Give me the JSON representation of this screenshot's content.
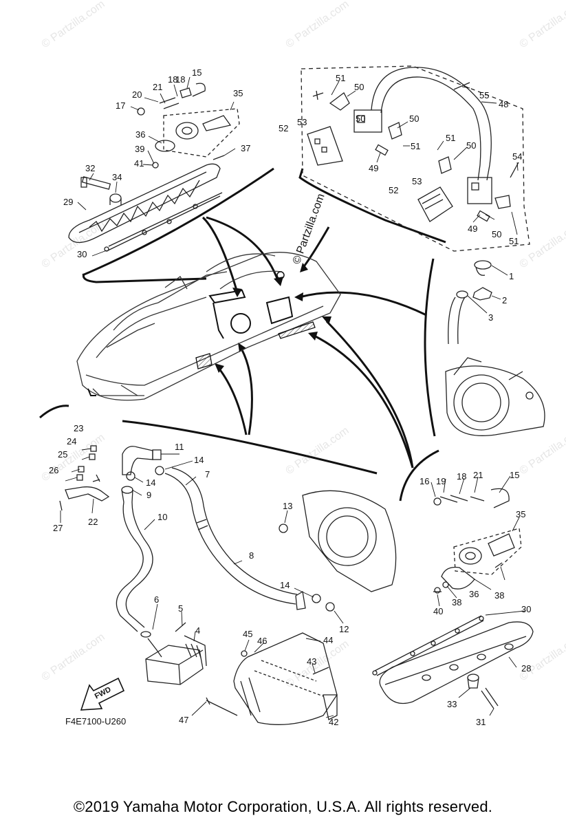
{
  "diagram": {
    "code": "F4E7100-U260",
    "fwd_label": "FWD",
    "callouts": [
      "1",
      "2",
      "3",
      "4",
      "5",
      "6",
      "7",
      "8",
      "9",
      "10",
      "11",
      "12",
      "13",
      "14",
      "15",
      "16",
      "17",
      "18",
      "19",
      "20",
      "21",
      "22",
      "23",
      "24",
      "25",
      "26",
      "27",
      "28",
      "29",
      "30",
      "31",
      "32",
      "33",
      "34",
      "35",
      "36",
      "37",
      "38",
      "39",
      "40",
      "41",
      "42",
      "43",
      "44",
      "45",
      "46",
      "47",
      "48",
      "49",
      "50",
      "51",
      "52",
      "53",
      "54",
      "55"
    ]
  },
  "watermarks": {
    "center": "© Partzilla.com",
    "repeat": "© Partzilla.com"
  },
  "footer": {
    "copyright": "©2019  Yamaha Motor Corporation, U.S.A. All rights reserved."
  }
}
